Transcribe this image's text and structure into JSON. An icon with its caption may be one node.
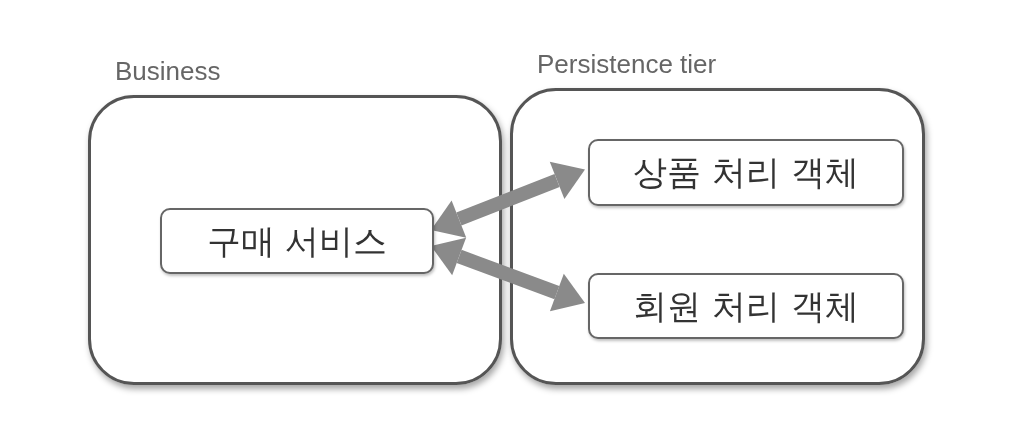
{
  "diagram": {
    "nodes": [
      {
        "text": [
          "Business"
        ]
      },
      {
        "text": [
          "Persistence tier"
        ]
      },
      {
        "text": [
          "구매 서비스"
        ],
        "in": 0
      },
      {
        "text": [
          "상품 처리 객체"
        ],
        "in": 1
      },
      {
        "text": [
          "회원 처리 객체"
        ],
        "in": 1
      }
    ],
    "edges": [
      {
        "from": 2,
        "to": 3,
        "arrow": "both"
      },
      {
        "from": 2,
        "to": 4,
        "arrow": "both"
      }
    ]
  }
}
